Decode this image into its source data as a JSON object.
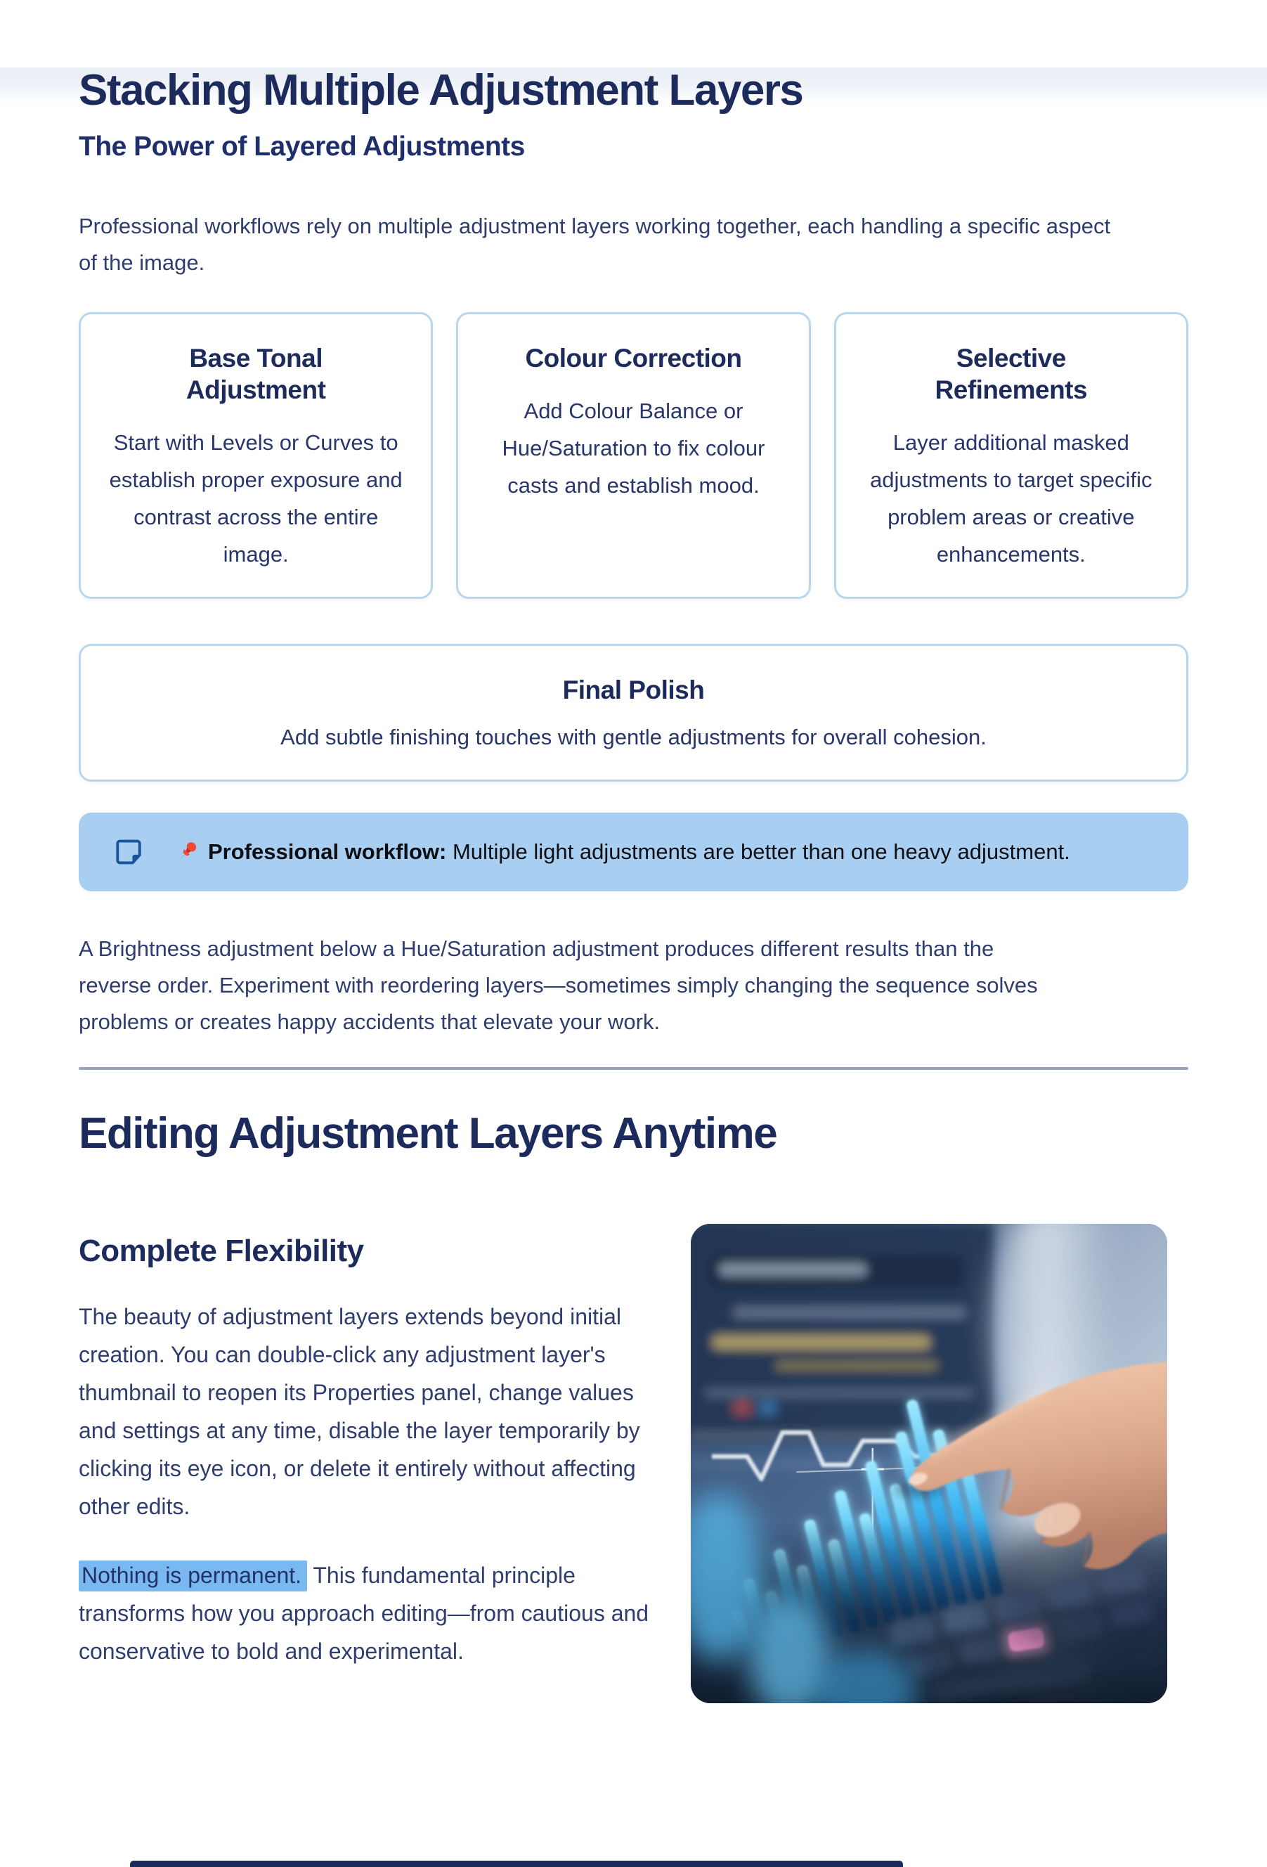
{
  "s1": {
    "title": "Stacking Multiple Adjustment Layers",
    "subtitle": "The Power of Layered Adjustments",
    "intro": "Professional workflows rely on multiple adjustment layers working together, each handling a specific aspect of the image.",
    "cards": [
      {
        "title": "Base Tonal Adjustment",
        "body": "Start with Levels or Curves to establish proper exposure and contrast across the entire image."
      },
      {
        "title": "Colour Correction",
        "body": "Add Colour Balance or Hue/Saturation to fix colour casts and establish mood."
      },
      {
        "title": "Selective Refinements",
        "body": "Layer additional masked adjustments to target specific problem areas or creative enhancements."
      }
    ],
    "final_card": {
      "title": "Final Polish",
      "body": "Add subtle finishing touches with gentle adjustments for overall cohesion."
    },
    "callout": {
      "icons": {
        "note": "note-icon",
        "pin": "pushpin-icon"
      },
      "label": "Professional workflow:",
      "text": " Multiple light adjustments are better than one heavy adjustment."
    },
    "outro": "A Brightness adjustment below a Hue/Saturation adjustment produces different results than the reverse order. Experiment with reordering layers—sometimes simply changing the sequence solves problems or creates happy accidents that elevate your work."
  },
  "s2": {
    "title": "Editing Adjustment Layers Anytime",
    "heading": "Complete Flexibility",
    "para1": "The beauty of adjustment layers extends beyond initial creation. You can double-click any adjustment layer's thumbnail to reopen its Properties panel, change values and settings at any time, disable the layer temporarily by clicking its eye icon, or delete it entirely without affecting other edits.",
    "para2_highlight": "Nothing is permanent.",
    "para2_rest": " This fundamental principle transforms how you approach editing—from cautious and conservative to bold and experimental.",
    "photo_alt": "finger-touching-screen-with-blue-charts"
  },
  "theme": {
    "heading_color": "#1c2a5c",
    "body_color": "#2e3d6e",
    "card_border": "#b9d6ec",
    "callout_bg": "#a8cff2",
    "highlight_bg": "#7ab8f2",
    "divider_color": "#98a5bc",
    "note_icon_color": "#17549b",
    "pin_color": "#ee4a33",
    "bottom_bar_color": "#1d2b5c"
  }
}
